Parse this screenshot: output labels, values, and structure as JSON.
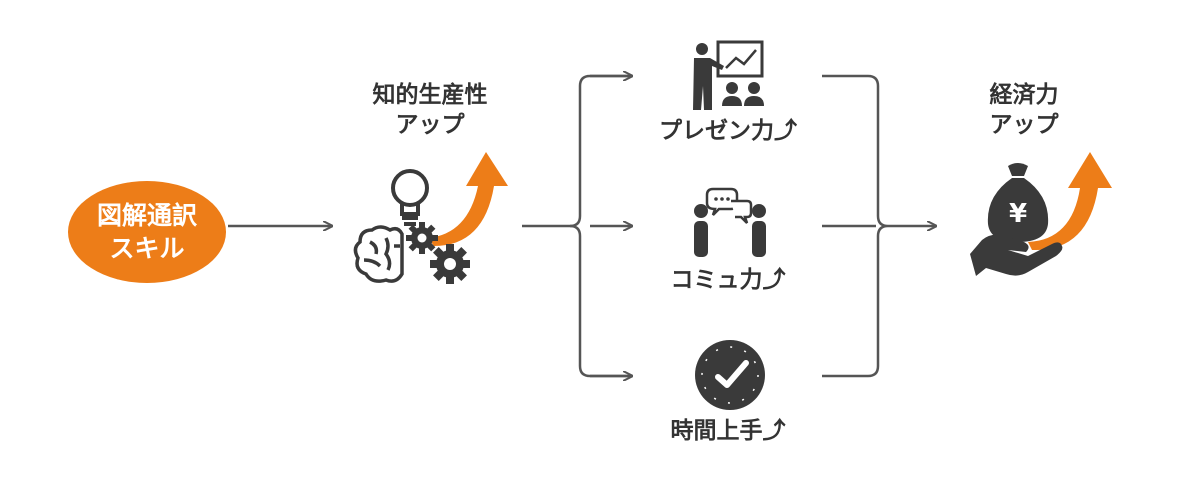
{
  "source": {
    "line1": "図解通訳",
    "line2": "スキル"
  },
  "middle": {
    "line1": "知的生産性",
    "line2": "アップ"
  },
  "branches": [
    {
      "label": "プレゼン力⤴"
    },
    {
      "label": "コミュ力⤴"
    },
    {
      "label": "時間上手⤴"
    }
  ],
  "result": {
    "line1": "経済力",
    "line2": "アップ",
    "currency": "¥"
  },
  "colors": {
    "accent": "#ed7d18",
    "ink": "#333333",
    "line": "#555555"
  }
}
